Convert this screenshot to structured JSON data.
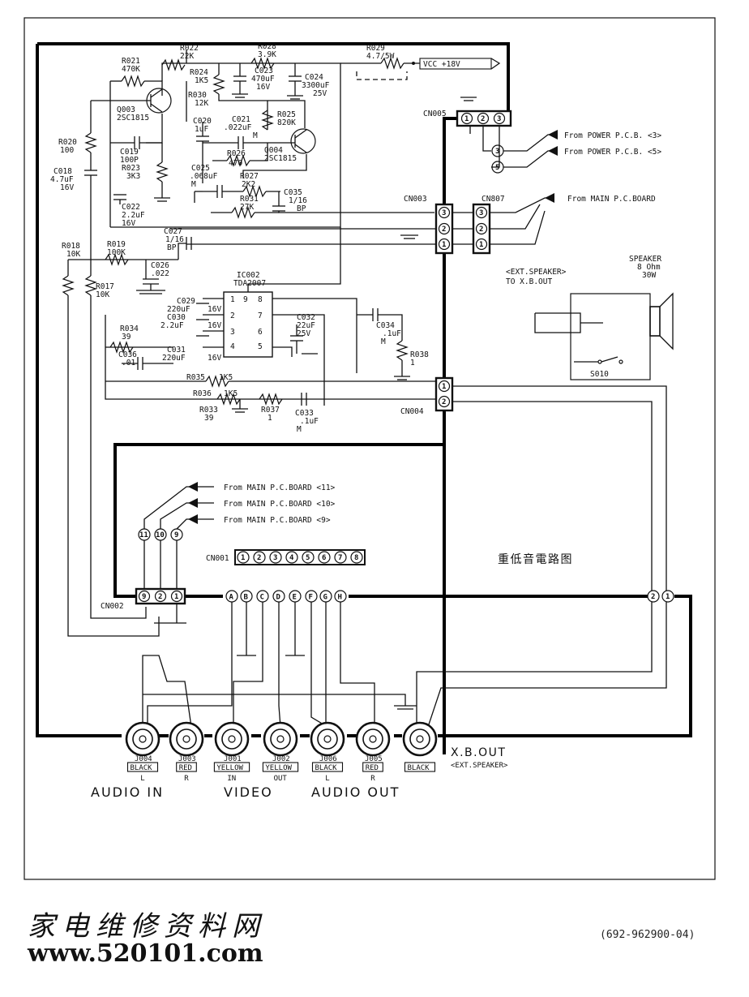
{
  "diagram": {
    "title_cn": "重低音電路图",
    "power": {
      "vcc": "VCC +18V",
      "fuse_ref": "R029",
      "fuse_val": "4.7/5W"
    },
    "resistors": [
      {
        "ref": "R021",
        "val": "470K"
      },
      {
        "ref": "R022",
        "val": "22K"
      },
      {
        "ref": "R028",
        "val": "3.9K"
      },
      {
        "ref": "R024",
        "val": "1K5"
      },
      {
        "ref": "R030",
        "val": "12K"
      },
      {
        "ref": "R025",
        "val": "820K"
      },
      {
        "ref": "R020",
        "val": "100"
      },
      {
        "ref": "R023",
        "val": "3K3"
      },
      {
        "ref": "R026",
        "val": "470"
      },
      {
        "ref": "R027",
        "val": "2K2"
      },
      {
        "ref": "R031",
        "val": "27K"
      },
      {
        "ref": "R018",
        "val": "10K"
      },
      {
        "ref": "R019",
        "val": "100K"
      },
      {
        "ref": "R017",
        "val": "10K"
      },
      {
        "ref": "R034",
        "val": "39"
      },
      {
        "ref": "R035",
        "val": "1K5"
      },
      {
        "ref": "R036",
        "val": "1K5"
      },
      {
        "ref": "R033",
        "val": "39"
      },
      {
        "ref": "R037",
        "val": "1"
      },
      {
        "ref": "R038",
        "val": "1"
      }
    ],
    "capacitors": [
      {
        "ref": "C023",
        "val1": "470uF",
        "val2": "16V"
      },
      {
        "ref": "C024",
        "val1": "3300uF",
        "val2": "25V"
      },
      {
        "ref": "C020",
        "val1": "1uF",
        "val2": ""
      },
      {
        "ref": "C021",
        "val1": ".022uF",
        "val2": "M"
      },
      {
        "ref": "C019",
        "val1": "100P",
        "val2": ""
      },
      {
        "ref": "C018",
        "val1": "4.7uF",
        "val2": "16V"
      },
      {
        "ref": "C025",
        "val1": ".068uF",
        "val2": "M"
      },
      {
        "ref": "C035",
        "val1": "1/16",
        "val2": "BP"
      },
      {
        "ref": "C022",
        "val1": "2.2uF",
        "val2": "16V"
      },
      {
        "ref": "C027",
        "val1": "1/16",
        "val2": "BP"
      },
      {
        "ref": "C026",
        "val1": ".022",
        "val2": ""
      },
      {
        "ref": "C029",
        "val1": "220uF",
        "val2": "16V"
      },
      {
        "ref": "C030",
        "val1": "2.2uF",
        "val2": "16V"
      },
      {
        "ref": "C031",
        "val1": "220uF",
        "val2": "16V"
      },
      {
        "ref": "C032",
        "val1": "22uF",
        "val2": "25V"
      },
      {
        "ref": "C034",
        "val1": ".1uF",
        "val2": "M"
      },
      {
        "ref": "C036",
        "val1": ".01",
        "val2": ""
      },
      {
        "ref": "C033",
        "val1": ".1uF",
        "val2": "M"
      }
    ],
    "transistors": [
      {
        "ref": "Q003",
        "part": "2SC1815"
      },
      {
        "ref": "Q004",
        "part": "2SC1815"
      }
    ],
    "ic": {
      "ref": "IC002",
      "part": "TDA2007",
      "pins_left": [
        "1",
        "2",
        "3",
        "4"
      ],
      "pins_right": [
        "8",
        "7",
        "6",
        "5"
      ],
      "pin_top": "9"
    },
    "connectors": {
      "cn005": {
        "ref": "CN005",
        "pins": [
          "1",
          "2",
          "3"
        ]
      },
      "cn003": {
        "ref": "CN003",
        "pins": [
          "3",
          "2",
          "1"
        ]
      },
      "cn807": {
        "ref": "CN807",
        "pins": [
          "3",
          "2",
          "1"
        ]
      },
      "cn004": {
        "ref": "CN004",
        "pins": [
          "1",
          "2"
        ]
      },
      "cn002": {
        "ref": "CN002",
        "pins": [
          "9",
          "2",
          "1"
        ]
      },
      "cn001": {
        "ref": "CN001",
        "pins": [
          "1",
          "2",
          "3",
          "4",
          "5",
          "6",
          "7",
          "8"
        ]
      }
    },
    "sources": {
      "power3": "From POWER P.C.B. <3>",
      "power5": "From POWER P.C.B. <5>",
      "main": "From MAIN P.C.BOARD",
      "main11": "From MAIN P.C.BOARD <11>",
      "main10": "From MAIN P.C.BOARD <10>",
      "main9": "From MAIN P.C.BOARD <9>",
      "pins_power": [
        "3",
        "5"
      ],
      "pins_main": [
        "11",
        "10",
        "9"
      ]
    },
    "letter_nodes": [
      "A",
      "B",
      "C",
      "D",
      "E",
      "F",
      "G",
      "H"
    ],
    "right_nodes": [
      "2",
      "1"
    ],
    "speaker": {
      "title": "SPEAKER",
      "impedance": "8 Ohm",
      "power": "30W",
      "ext_label": "<EXT.SPEAKER>",
      "to_label": "TO X.B.OUT",
      "switch": "S010"
    },
    "jacks": [
      {
        "ref": "J004",
        "color": "BLACK",
        "sub": "L"
      },
      {
        "ref": "J003",
        "color": "RED",
        "sub": "R"
      },
      {
        "ref": "J001",
        "color": "YELLOW",
        "sub": "IN"
      },
      {
        "ref": "J002",
        "color": "YELLOW",
        "sub": "OUT"
      },
      {
        "ref": "J006",
        "color": "BLACK",
        "sub": "L"
      },
      {
        "ref": "J005",
        "color": "RED",
        "sub": "R"
      },
      {
        "ref": "",
        "color": "BLACK",
        "sub": ""
      }
    ],
    "xb_out": "X.B.OUT",
    "xb_ext": "<EXT.SPEAKER>",
    "group_labels": {
      "audio_in": "AUDIO IN",
      "video": "VIDEO",
      "audio_out": "AUDIO OUT"
    }
  },
  "footer": {
    "site_cn": "家电维修资料网",
    "url": "www.520101.com",
    "code": "(692-962900-04)"
  }
}
